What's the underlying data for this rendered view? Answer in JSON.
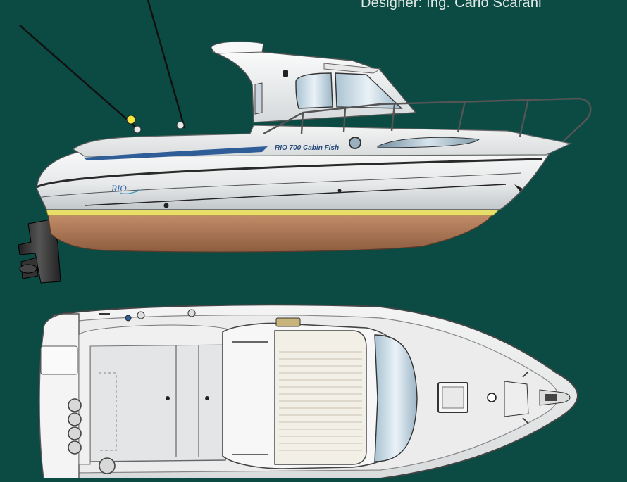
{
  "header": {
    "designer_credit": "Designer: Ing. Carlo Scarani"
  },
  "side_view": {
    "hull_model_text": "RIO 700 Cabin Fish",
    "logo_text": "RIO"
  },
  "colors": {
    "background": "#0c4a44",
    "hull_white": "#f2f2f2",
    "hull_shadow": "#c9cdcf",
    "antifouling": "#b07c5a",
    "waterline_yellow": "#e8df6a",
    "stripe_blue": "#2e5d98",
    "glass": "#9fb8c8"
  }
}
